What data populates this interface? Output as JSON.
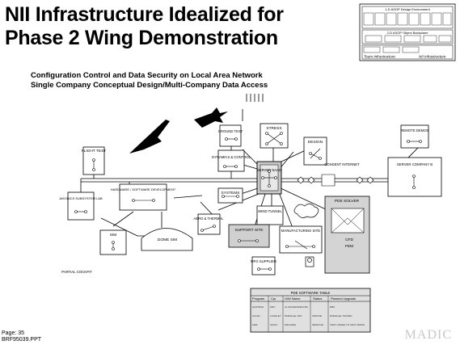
{
  "title_line1": "NII Infrastructure Idealized for",
  "title_line2": "Phase 2 Wing Demonstration",
  "subtitle_line1": "Configuration Control and Data Security on Local Area Network",
  "subtitle_line2": "Single Company Conceptual Design/Multi-Company Data Access",
  "thumbnail": {
    "top_label": "1-D ASOP Design Environment",
    "mid_label": "2-D ASOP Object Backplane",
    "bottom_left": "Team Infrastructure",
    "bottom_right": "NII Infrastructure"
  },
  "nodes": {
    "flight_test": "FLIGHT TEST",
    "avionics": "AVIONICS SUBSYSTEM LAB",
    "hardware_dev": "HARDWARE / SOFTWARE DEVELOPMENT",
    "sim": "SIM",
    "dome_sim": "DOME SIM",
    "partial_cockpit": "PARTIAL COCKPIT",
    "ground_test": "GROUND TEST",
    "dynamics": "DYNAMICS & CONTROL",
    "systems": "SYSTEMS",
    "aero_thermal": "AERO & THERMAL",
    "stress": "STRESS",
    "design": "DESIGN",
    "server": "SERVER NAAD",
    "support_site": "SUPPORT SITE",
    "wind_tunnel": "WIND TUNNEL",
    "manufacturing": "MANUFACTURING SITE",
    "mfg_supplier": "MFG SUPPLIER",
    "pde_solver": "PDE SOLVER",
    "cfd": "CFD",
    "fem": "FEM",
    "remote_demos": "REMOTE DEMOS",
    "consent_internet": "CONSENT INTERNET",
    "server_company": "SERVER COMPANY B"
  },
  "pde_table": {
    "title": "PDE SOFTWARE TABLE",
    "columns": [
      "Program",
      "Cpr",
      "H/W Name",
      "Status",
      "Planned Upgrade"
    ],
    "rows": [
      [
        "NASTRAN",
        "MSC",
        "CLUSTER/SPECTRA",
        "",
        "DBS"
      ],
      [
        "CFL3D",
        "LANGLEY",
        "PARALLEL SP2",
        "UPDATE",
        "PARALLEL TESTED"
      ],
      [
        "FEM",
        "SUN/X",
        "MACHINE",
        "IMPROVE",
        "TEST LINKED TO CRAY RMOS"
      ]
    ]
  },
  "footer": {
    "page": "Page: 35",
    "file": "BRF95039.PPT"
  },
  "brand": "MADIC"
}
